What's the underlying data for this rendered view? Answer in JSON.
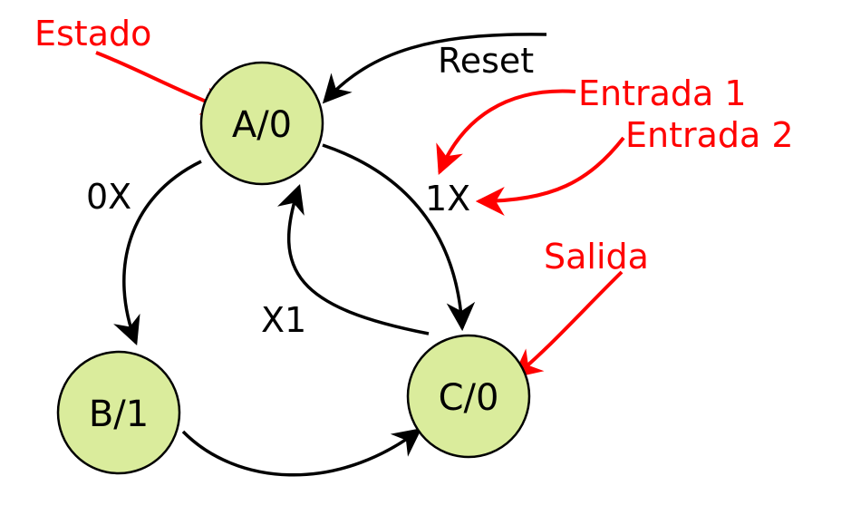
{
  "states": [
    {
      "id": "A",
      "label": "A/0"
    },
    {
      "id": "B",
      "label": "B/1"
    },
    {
      "id": "C",
      "label": "C/0"
    }
  ],
  "transitions": [
    {
      "from": "A",
      "to": "B",
      "label": "0X"
    },
    {
      "from": "A",
      "to": "C",
      "label": "1X"
    },
    {
      "from": "C",
      "to": "A",
      "label": "X1"
    },
    {
      "from": "B",
      "to": "C",
      "label": ""
    },
    {
      "from": "reset",
      "to": "A",
      "label": "Reset"
    }
  ],
  "annotations": {
    "state": "Estado",
    "input1": "Entrada 1",
    "input2": "Entrada 2",
    "output": "Salida"
  },
  "colors": {
    "state_fill": "#daec9c",
    "annotation": "#ff0000",
    "line": "#000000"
  }
}
